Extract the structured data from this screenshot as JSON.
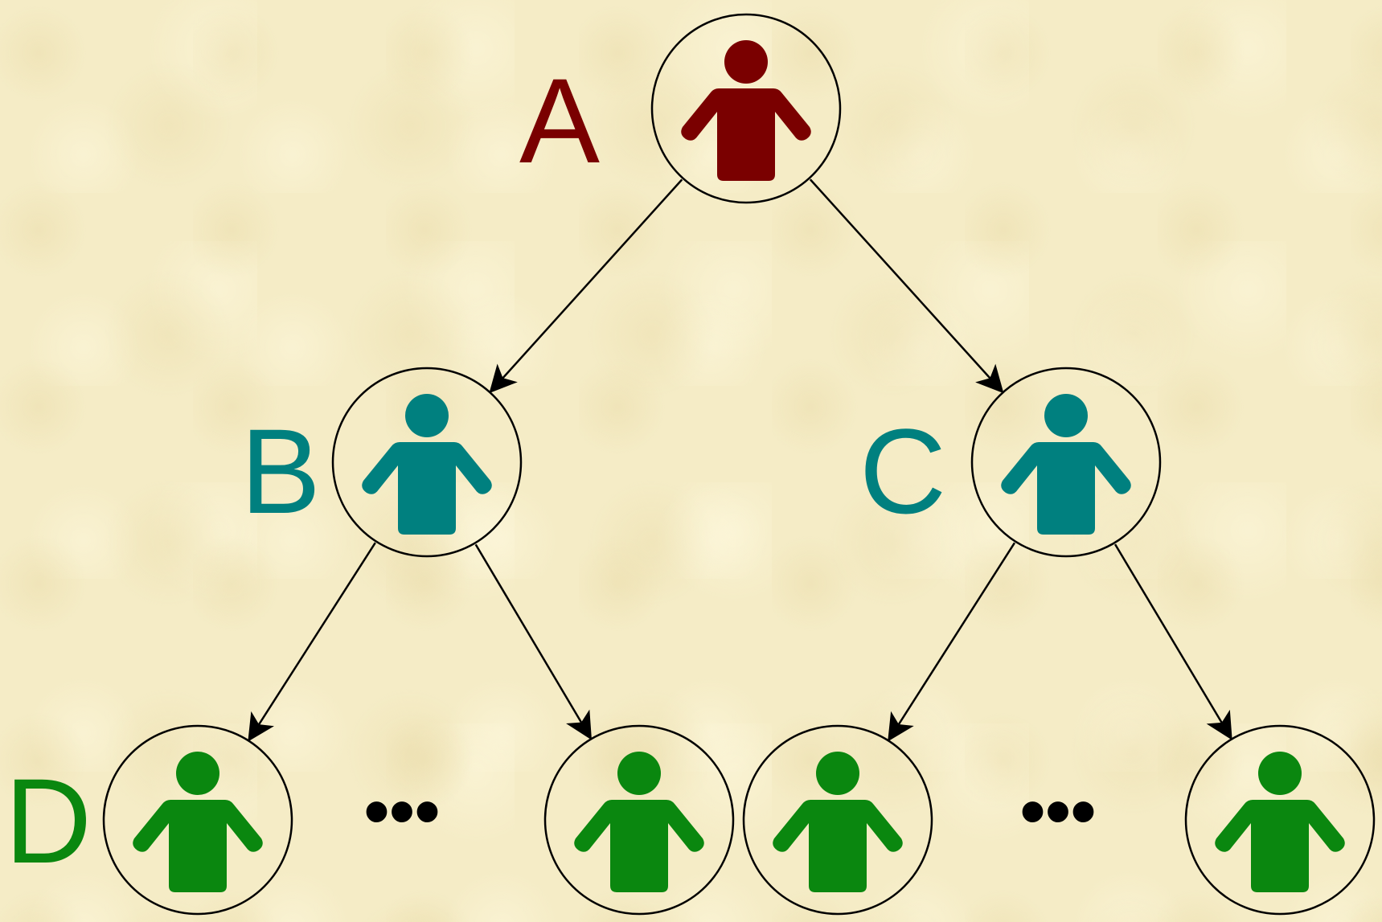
{
  "diagram": {
    "colors": {
      "root": "#7a0000",
      "level2": "#00807f",
      "level3": "#0a870f",
      "edge": "#000000",
      "node_outline": "#000000"
    },
    "icon": "person-icon",
    "nodes": [
      {
        "id": "A",
        "label": "A",
        "level": "root"
      },
      {
        "id": "B",
        "label": "B",
        "level": "level2"
      },
      {
        "id": "C",
        "label": "C",
        "level": "level2"
      },
      {
        "id": "D",
        "label": "D",
        "level": "level3"
      },
      {
        "id": "D2",
        "label": "",
        "level": "level3"
      },
      {
        "id": "C1",
        "label": "",
        "level": "level3"
      },
      {
        "id": "C2",
        "label": "",
        "level": "level3"
      }
    ],
    "edges": [
      {
        "from": "A",
        "to": "B"
      },
      {
        "from": "A",
        "to": "C"
      },
      {
        "from": "B",
        "to": "D"
      },
      {
        "from": "B",
        "to": "D2"
      },
      {
        "from": "C",
        "to": "C1"
      },
      {
        "from": "C",
        "to": "C2"
      }
    ],
    "ellipses": [
      "•••",
      "•••"
    ]
  }
}
